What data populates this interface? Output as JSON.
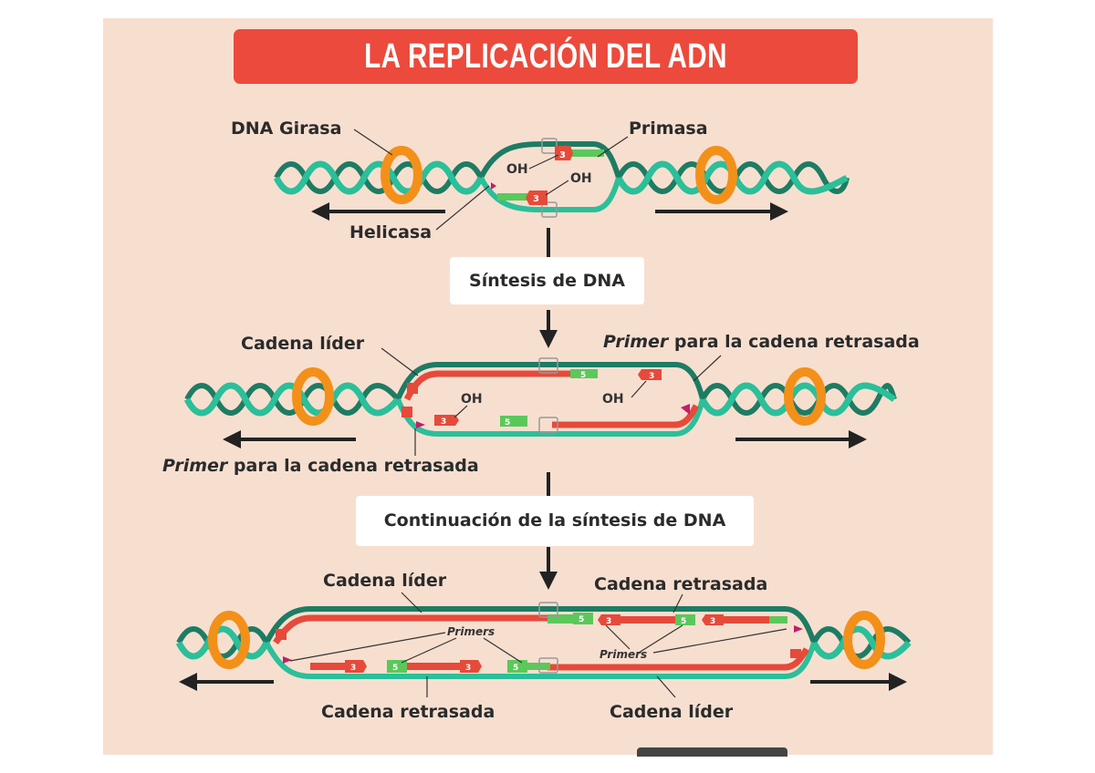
{
  "title": "LA REPLICACIÓN DEL ADN",
  "stage1": {
    "gyrase_label": "DNA Girasa",
    "primase_label": "Primasa",
    "helicase_label": "Helicasa",
    "oh_a": "OH",
    "oh_b": "OH"
  },
  "step1_box": "Síntesis de DNA",
  "stage2": {
    "leading_label": "Cadena líder",
    "primer_word": "Primer",
    "primer_right_rest": " para la cadena retrasada",
    "primer_left_rest": " para la cadena retrasada",
    "oh_left": "OH",
    "oh_right": "OH"
  },
  "step2_box": "Continuación de la síntesis de DNA",
  "stage3": {
    "leading_top_label": "Cadena líder",
    "lagging_top_label": "Cadena retrasada",
    "primers_left": "Primers",
    "primers_right": "Primers",
    "lagging_bottom_label": "Cadena retrasada",
    "leading_bottom_label": "Cadena líder"
  },
  "colors": {
    "title_bg": "#ec4a3c",
    "panel_bg": "#f7dfd0",
    "dna_green": "#2bbf9a",
    "dna_dark": "#1d7c63",
    "strand_red": "#e64a3a",
    "primer_green": "#5bc85a",
    "gyrase_orange": "#f39019"
  }
}
